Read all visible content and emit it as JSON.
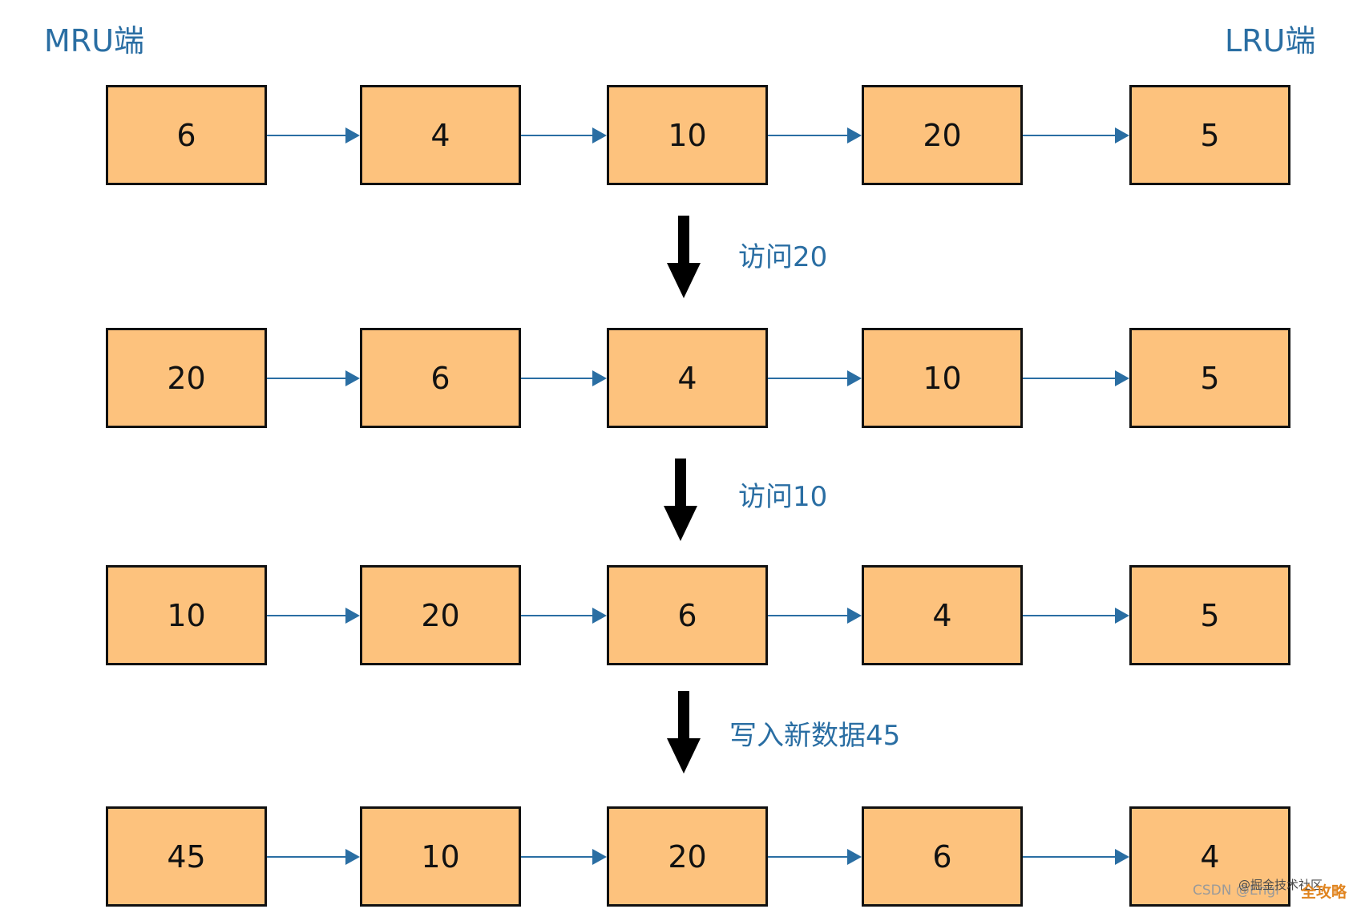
{
  "labels": {
    "mru": "MRU端",
    "lru": "LRU端"
  },
  "rows": [
    {
      "nodes": [
        "6",
        "4",
        "10",
        "20",
        "5"
      ]
    },
    {
      "nodes": [
        "20",
        "6",
        "4",
        "10",
        "5"
      ]
    },
    {
      "nodes": [
        "10",
        "20",
        "6",
        "4",
        "5"
      ]
    },
    {
      "nodes": [
        "45",
        "10",
        "20",
        "6",
        "4"
      ]
    }
  ],
  "steps": [
    {
      "label": "访问20"
    },
    {
      "label": "访问10"
    },
    {
      "label": "写入新数据45"
    }
  ],
  "watermark": {
    "csdn": "CSDN @Engi",
    "juejin": "@掘金技术社区",
    "site": "全攻略"
  },
  "colors": {
    "node_fill": "#fdc27d",
    "node_border": "#111111",
    "link_arrow": "#2a6ea3",
    "label_text": "#2a6ea3",
    "step_arrow": "#000000"
  }
}
